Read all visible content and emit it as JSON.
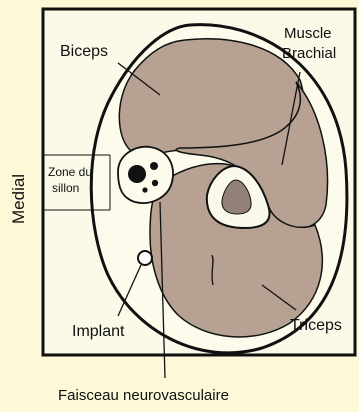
{
  "labels": {
    "biceps": "Biceps",
    "muscle_line1": "Muscle",
    "muscle_line2": "Brachial",
    "zone_line1": "Zone du",
    "zone_line2": "sillon",
    "medial": "Medial",
    "implant": "Implant",
    "triceps": "Triceps",
    "faisceau": "Faisceau neurovasculaire"
  },
  "colors": {
    "background": "#fcf8d8",
    "frame": "#fbf9e8",
    "muscle": "#b7a192",
    "bone": "#938178",
    "outline": "#111111"
  }
}
